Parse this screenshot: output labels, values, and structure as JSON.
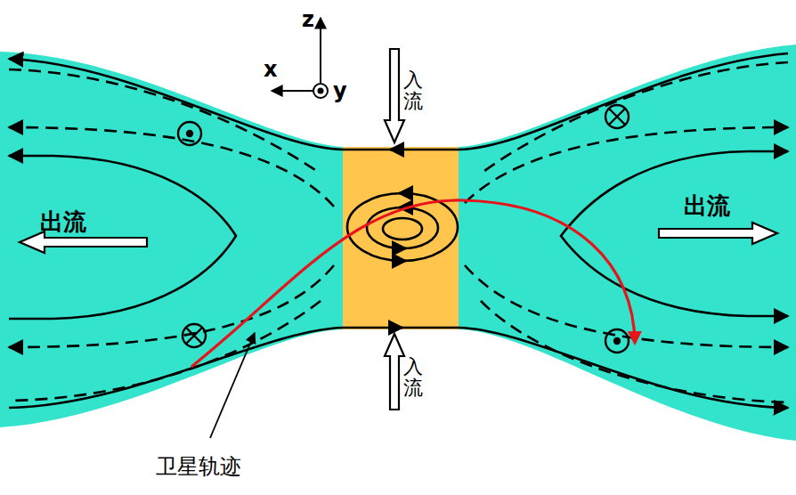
{
  "diagram": {
    "labels": [
      "z",
      "x",
      "y",
      "入流",
      "入流",
      "出流",
      "出流",
      "卫星轨迹"
    ]
  }
}
